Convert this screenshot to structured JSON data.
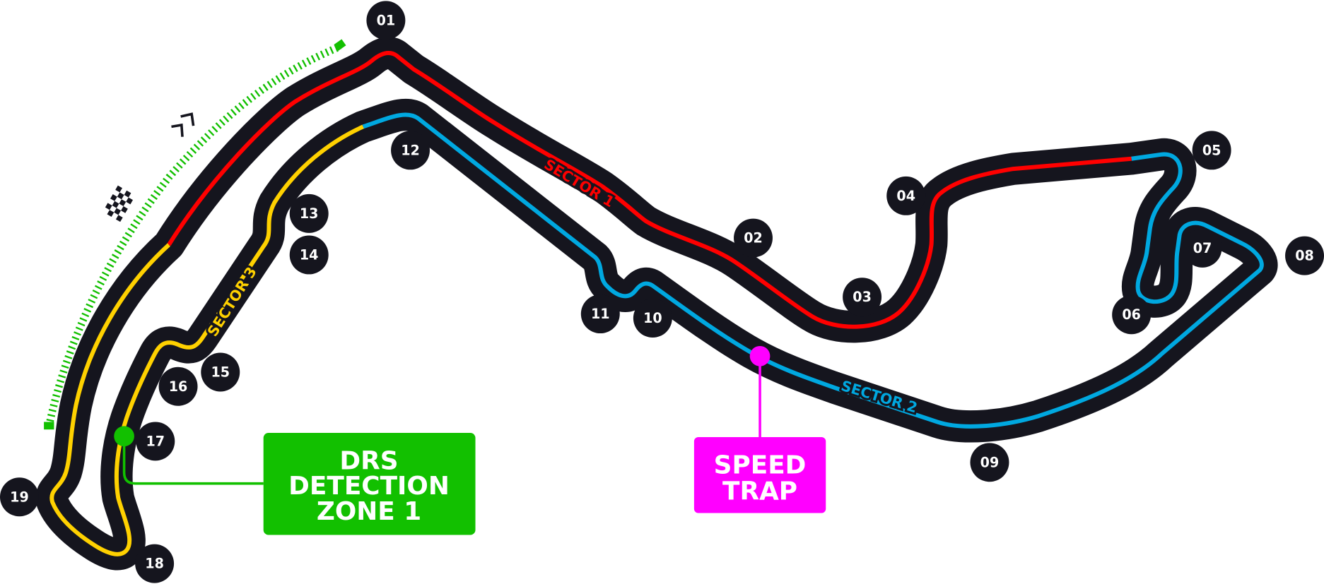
{
  "turns": [
    "01",
    "02",
    "03",
    "04",
    "05",
    "06",
    "07",
    "08",
    "09",
    "10",
    "11",
    "12",
    "13",
    "14",
    "15",
    "16",
    "17",
    "18",
    "19"
  ],
  "sectors": {
    "s1": "SECTOR 1",
    "s2": "SECTOR 2",
    "s3": "SECTOR 3"
  },
  "drs_detection": {
    "line1": "DRS",
    "line2": "DETECTION",
    "line3": "ZONE 1"
  },
  "speed_trap": {
    "line1": "SPEED",
    "line2": "TRAP"
  },
  "icons": {
    "start": "checkered-flag-icon",
    "direction": "direction-chevron-icon"
  },
  "colors": {
    "track": "#15151e",
    "sector1": "#ff0000",
    "sector2": "#00a8e0",
    "sector3": "#ffd100",
    "drs": "#12c000",
    "speed_trap": "#ff00ff"
  }
}
